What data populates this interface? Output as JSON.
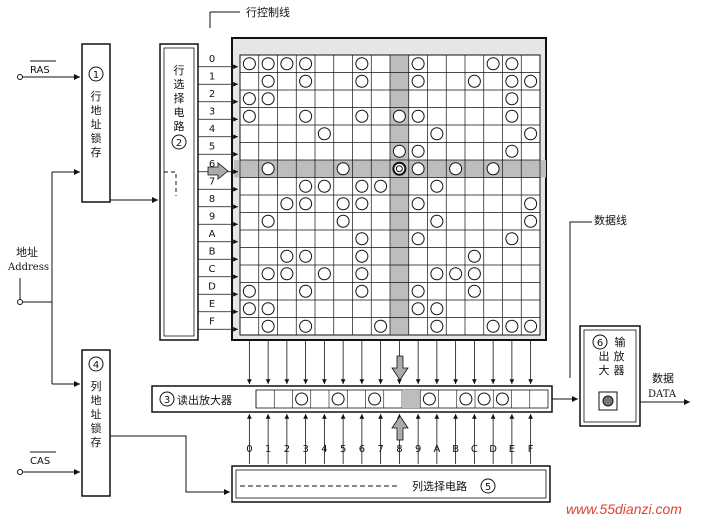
{
  "labels": {
    "row_control_line": "行控制线",
    "data_line": "数据线",
    "address_cn": "地址",
    "address_en": "Address",
    "ras": "RAS",
    "cas": "CAS",
    "row_latch": [
      "行",
      "地",
      "址",
      "锁",
      "存"
    ],
    "row_latch_num": "1",
    "row_select": [
      "行",
      "选",
      "择",
      "电",
      "路"
    ],
    "row_select_num": "2",
    "col_latch": [
      "列",
      "地",
      "址",
      "锁",
      "存"
    ],
    "col_latch_num": "4",
    "sense_amp": "读出放大器",
    "sense_amp_num": "3",
    "col_select": "列选择电路",
    "col_select_num": "5",
    "out_amp": [
      "输",
      "出",
      "放",
      "大",
      "器"
    ],
    "out_amp_num": "6",
    "data_cn": "数据",
    "data_en": "DATA",
    "watermark": "www.55dianzi.com"
  },
  "addresses": [
    "0",
    "1",
    "2",
    "3",
    "4",
    "5",
    "6",
    "7",
    "8",
    "9",
    "A",
    "B",
    "C",
    "D",
    "E",
    "F"
  ],
  "selected": {
    "row": 6,
    "col": 8
  },
  "grid": [
    "1111001001000110",
    "0101001001001011",
    "1100000000000010",
    "1001001011000010",
    "0000100000100001",
    "0000000011000010",
    "0100010011010100",
    "0001101100100000",
    "0011011001000001",
    "0100010000100001",
    "0000001001000010",
    "0011001000001000",
    "0110101000111000",
    "1001001001001000",
    "1100000001100000",
    "0101000100100111"
  ],
  "sense_row": "0010101001011100"
}
